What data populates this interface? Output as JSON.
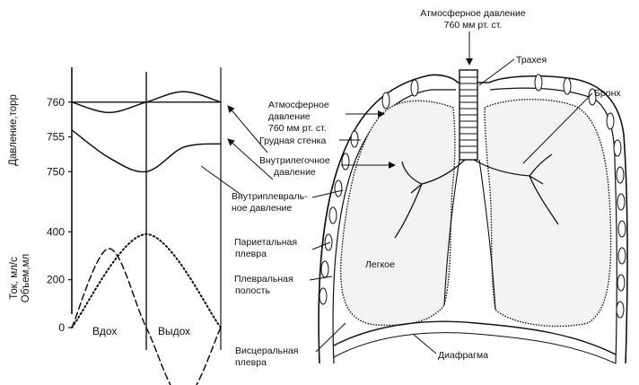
{
  "chart_data": {
    "type": "line",
    "pressure_axis": {
      "label": "Давление,торр",
      "ticks": [
        "760",
        "755",
        "750"
      ],
      "ylim": [
        745,
        765
      ]
    },
    "flow_axis": {
      "label": "Ток, мл/с",
      "label2": "Объем,мл",
      "ticks": [
        "400",
        "200",
        "0"
      ],
      "ylim": [
        -150,
        450
      ]
    },
    "phases": [
      "Вдох",
      "Выдох"
    ],
    "series": [
      {
        "name": "Атмосферное давление",
        "x": [
          0,
          1,
          2
        ],
        "values": [
          760,
          760,
          760
        ]
      },
      {
        "name": "Внутрилегочное давление",
        "x": [
          0,
          0.5,
          1,
          1.5,
          2
        ],
        "values": [
          760,
          758.5,
          760,
          761.5,
          760
        ]
      },
      {
        "name": "Внутриплевральное давление",
        "x": [
          0,
          0.5,
          1,
          1.5,
          2
        ],
        "values": [
          756,
          752,
          750,
          753.5,
          754
        ]
      },
      {
        "name": "Ток",
        "x": [
          0,
          0.5,
          1,
          1.5,
          2
        ],
        "values": [
          0,
          330,
          0,
          -300,
          0
        ]
      },
      {
        "name": "Объем",
        "x": [
          0,
          1,
          2
        ],
        "values": [
          0,
          390,
          0
        ]
      }
    ]
  },
  "diagram": {
    "top_label_1": "Атмосферное давление",
    "top_label_2": "760 мм рт. ст.",
    "trachea": "Трахея",
    "bronchus": "Бронх",
    "atm_1": "Атмосферное",
    "atm_2": "давление",
    "atm_3": "760 мм рт. ст.",
    "chest_wall": "Грудная стенка",
    "intrapulm_1": "Внутрилегочное",
    "intrapulm_2": "давление",
    "intrapleural_1": "Внутриплевраль-",
    "intrapleural_2": "ное давление",
    "parietal_1": "Париетальная",
    "parietal_2": "плевра",
    "cavity_1": "Плевральная",
    "cavity_2": "полость",
    "lung": "Легкое",
    "visceral_1": "Висцеральная",
    "visceral_2": "плевра",
    "diaphragm": "Диафрагма"
  }
}
